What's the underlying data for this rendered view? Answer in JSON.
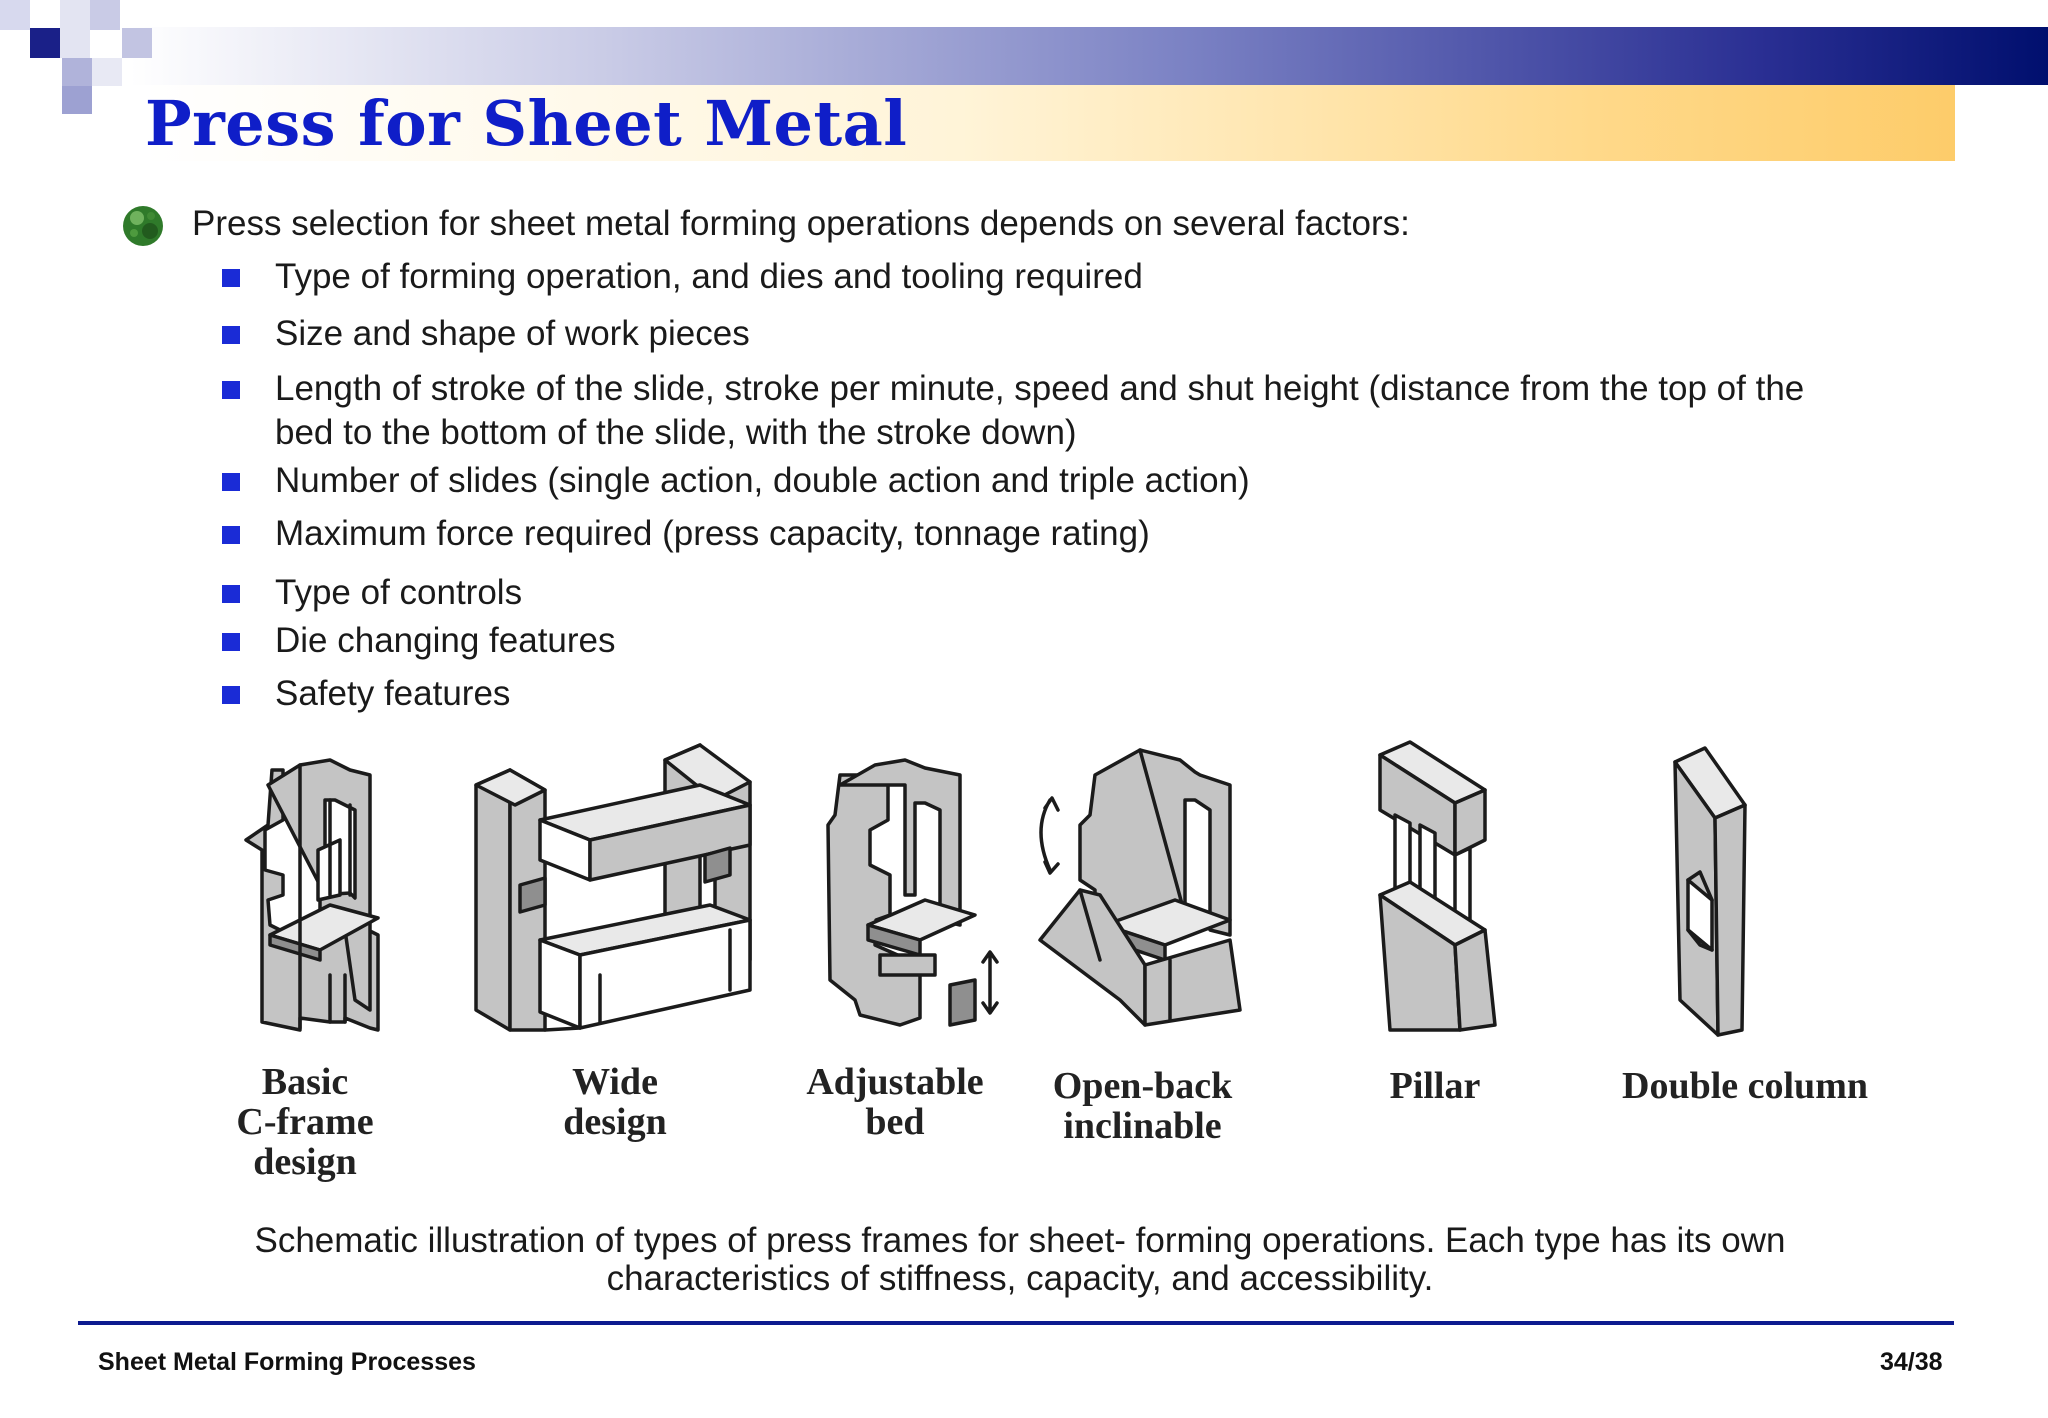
{
  "slide": {
    "title": "Press for Sheet Metal",
    "intro": "Press selection for sheet metal forming operations depends on several factors:",
    "bullets": [
      "Type of forming operation, and dies and tooling required",
      "Size and shape of work pieces",
      "Length of stroke of the slide, stroke per minute, speed and shut height (distance from the top of the",
      "bed to the bottom of the slide, with the stroke down)",
      "Number of slides (single action, double action and triple action)",
      "Maximum force required (press capacity, tonnage rating)",
      "Type of controls",
      "Die changing features",
      "Safety features"
    ]
  },
  "figure": {
    "labels": [
      "Basic\nC-frame\ndesign",
      "Wide\ndesign",
      "Adjustable\nbed",
      "Open-back\ninclinable",
      "Pillar",
      "Double column"
    ],
    "caption": "Schematic illustration of types of press frames for sheet- forming operations. Each type has its own characteristics of stiffness, capacity, and accessibility."
  },
  "footer": {
    "left": "Sheet Metal Forming Processes",
    "right": "34/38"
  },
  "colors": {
    "title": "#0f1ec8",
    "bullet_marker": "#1a2bd6",
    "top_bar_dark": "#000f6e",
    "title_band_accent": "#fdcc6a",
    "footer_rule": "#0d1a8f"
  }
}
